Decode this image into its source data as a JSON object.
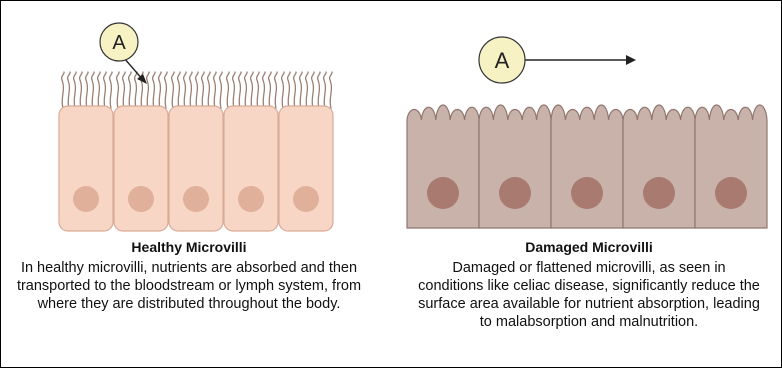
{
  "healthy": {
    "marker": "A",
    "title": "Healthy Microvilli",
    "description": "In healthy microvilli, nutrients are absorbed and  then transported to the bloodstream or lymph system, from where they are distributed throughout the body."
  },
  "damaged": {
    "marker": "A",
    "title": "Damaged Microvilli",
    "description": "Damaged or flattened microvilli, as seen in conditions like celiac disease, significantly reduce the surface area available for nutrient absorption, leading to malabsorption and malnutrition."
  },
  "colors": {
    "healthy_cell": "#f8d6c6",
    "healthy_border": "#d9ab97",
    "healthy_nucleus": "#e0b09b",
    "healthy_villi": "#9c7f72",
    "damaged_cell": "#c9b2aa",
    "damaged_border": "#8f7770",
    "damaged_nucleus": "#a97a6f",
    "marker_fill": "#f7f2c4",
    "marker_stroke": "#333333"
  }
}
